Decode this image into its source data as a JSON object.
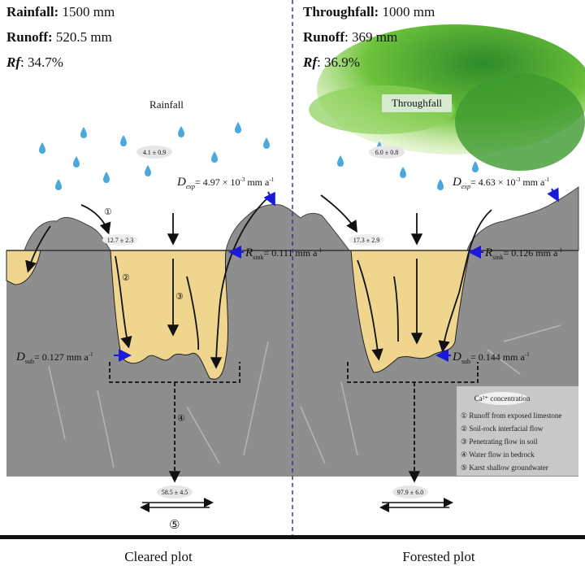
{
  "cleared": {
    "rainfall_label": "Rainfall:",
    "rainfall_value": " 1500 mm",
    "runoff_label": "Runoff:",
    "runoff_value": " 520.5 mm",
    "rf_label": "Rf",
    "rf_value": ": 34.7%",
    "sky_label": "Rainfall",
    "conc_rain": "4.1 ± 0.9",
    "conc_runoff": "12.7 ± 2.3",
    "conc_groundwater": "58.5 ± 4.5",
    "d_exp": "= 4.97 × 10",
    "d_exp_exp": "-3",
    "d_exp_unit": " mm a",
    "r_sink": "= 0.111 mm a",
    "d_sub": "= 0.127 mm a",
    "plot_label": "Cleared plot"
  },
  "forested": {
    "throughfall_label": "Throughfall:",
    "throughfall_value": " 1000 mm",
    "runoff_label": "Runoff",
    "runoff_value": ": 369 mm",
    "rf_label": "Rf",
    "rf_value": ": 36.9%",
    "sky_label": "Throughfall",
    "conc_rain": "6.0 ± 0.8",
    "conc_runoff": "17.3 ± 2.9",
    "conc_groundwater": "97.9 ± 6.0",
    "d_exp": "= 4.63 × 10",
    "d_exp_exp": "-3",
    "d_exp_unit": " mm a",
    "r_sink": "= 0.126 mm a",
    "d_sub": "= 0.144 mm a",
    "plot_label": "Forested plot"
  },
  "symbols": {
    "D": "D",
    "R": "R",
    "exp": "exp",
    "sink": "sink",
    "sub": "sub",
    "inv": "-1"
  },
  "markers": {
    "m1": "①",
    "m2": "②",
    "m3": "③",
    "m4": "④",
    "m5": "⑤"
  },
  "legend": {
    "title": "Ca²⁺ concentration",
    "items": [
      "① Runoff from exposed limestone",
      "② Soil-rock interfacial flow",
      "③ Penetrating flow in soil",
      "④ Water flow in bedrock",
      "⑤ Karst shallow groundwater"
    ]
  },
  "colors": {
    "bedrock": "#8e8e8e",
    "soil": "#f0d58e",
    "divider": "#2a3b9c",
    "drop": "#4aa8dc",
    "arrow_blue": "#1a1adb"
  }
}
